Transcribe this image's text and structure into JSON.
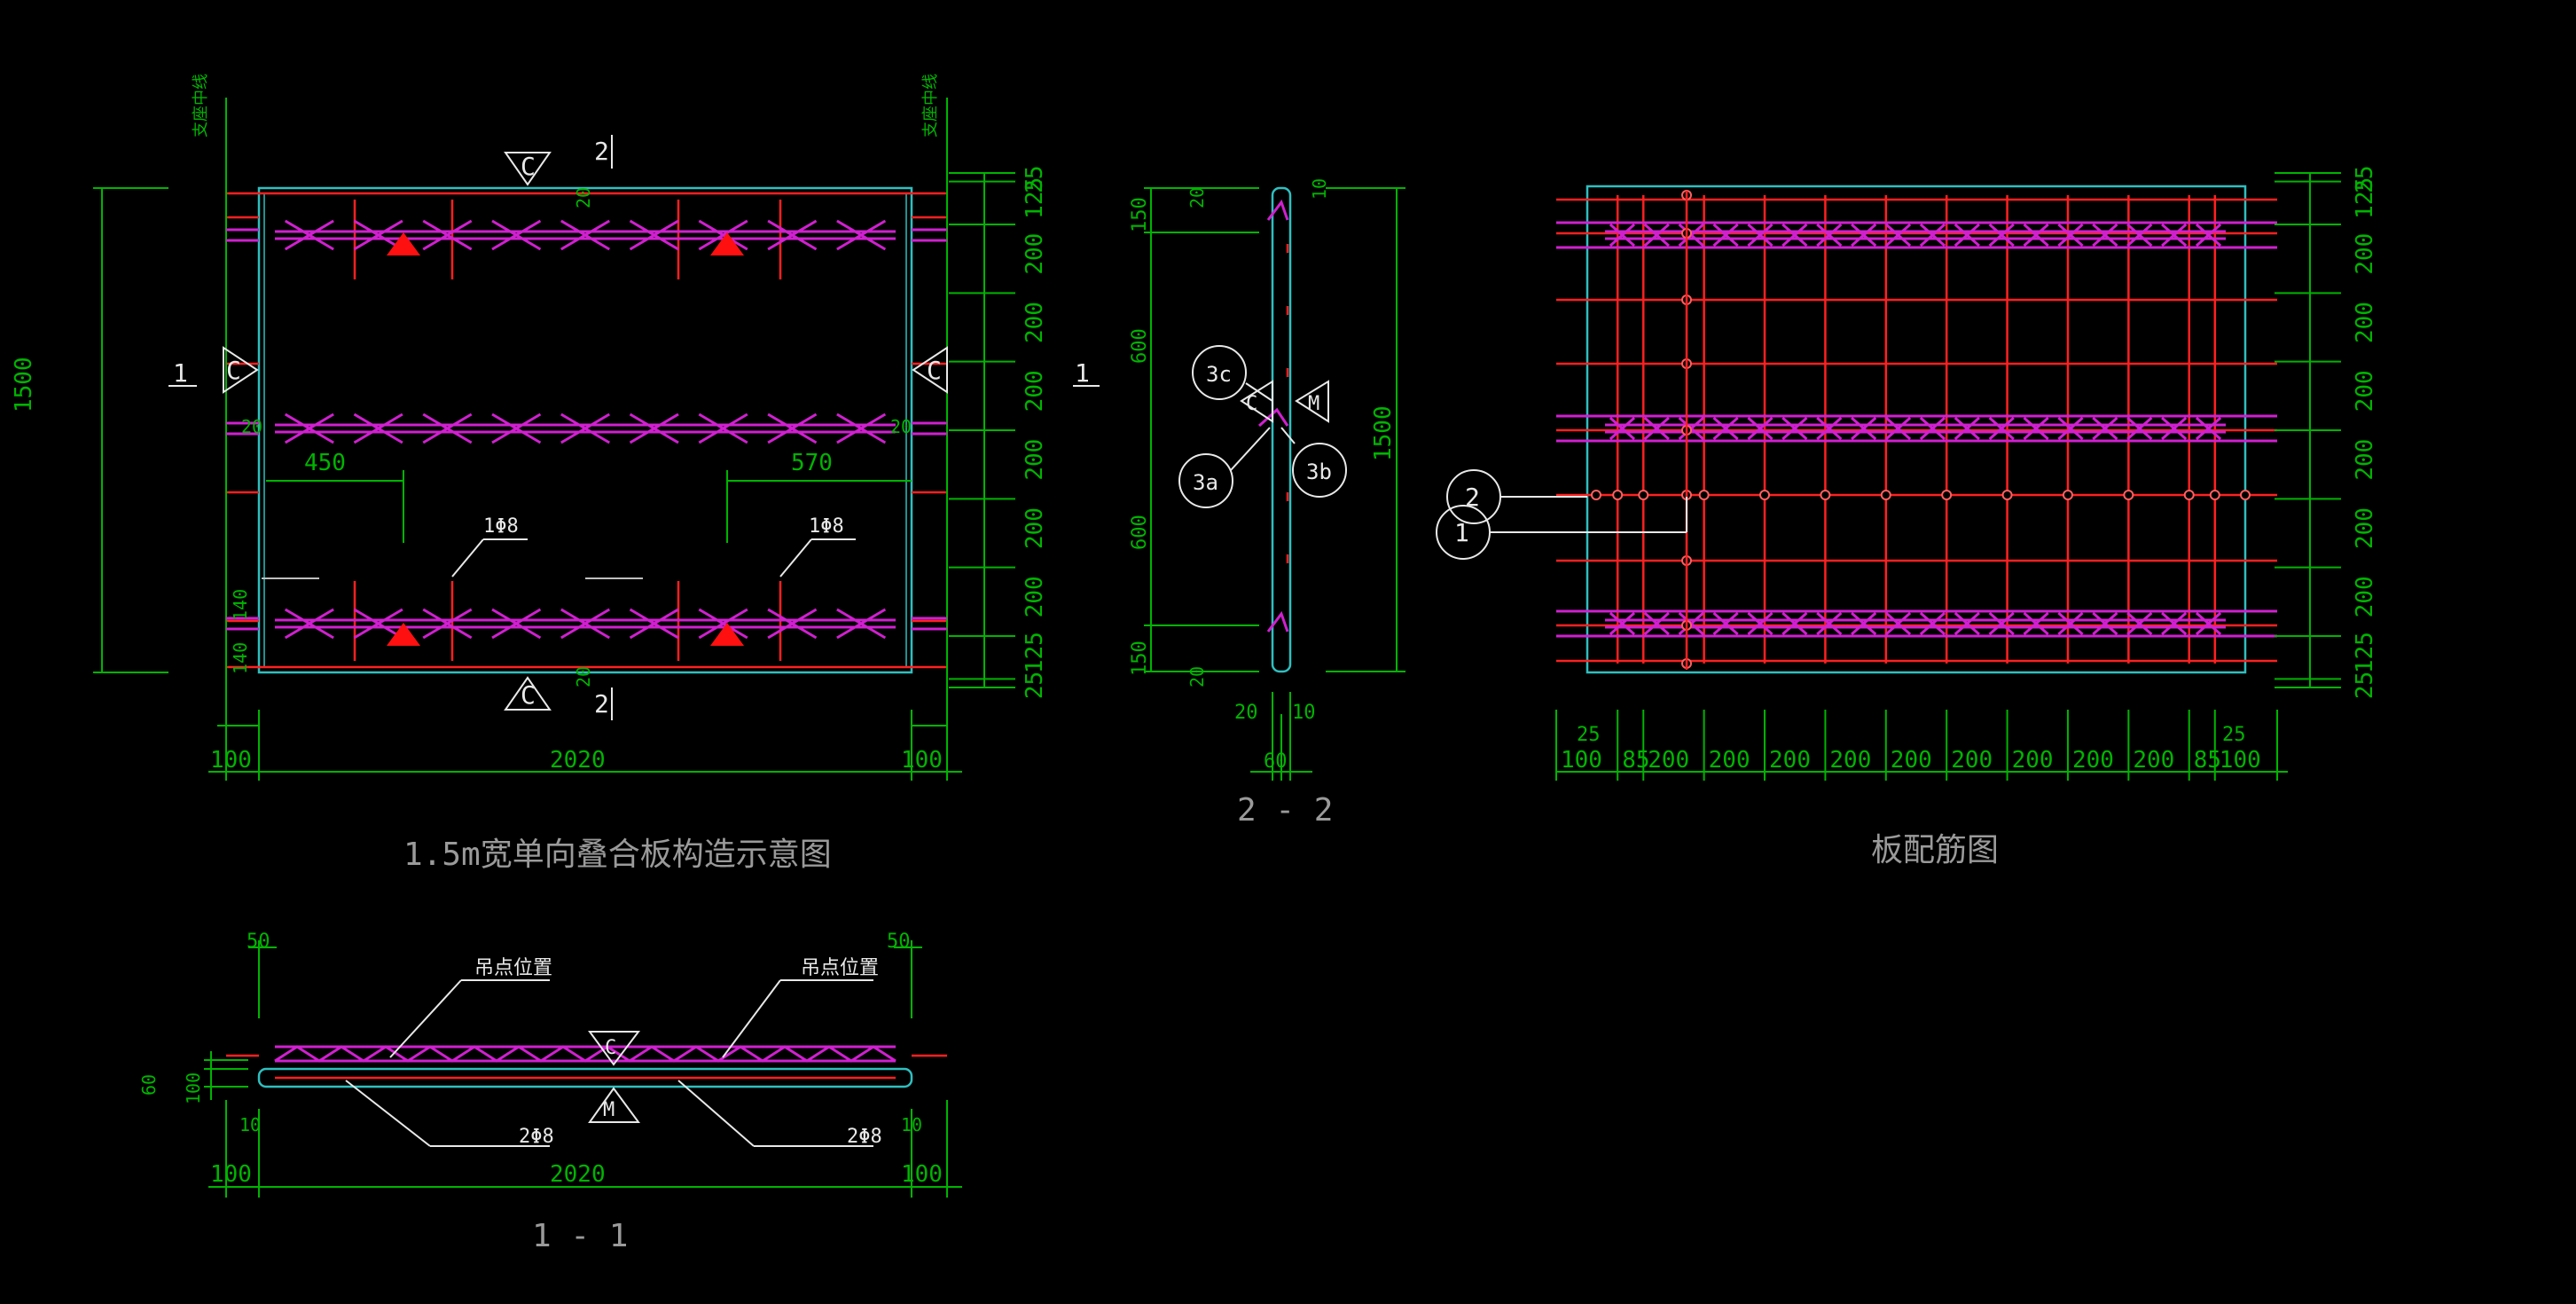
{
  "view1": {
    "title": "1.5m宽单向叠合板构造示意图",
    "support_line_left": "支座中线",
    "support_line_right": "支座中线",
    "section_1_mark": "1",
    "section_2_mark_top": "2",
    "section_2_mark_bottom": "2",
    "tri_label": "C",
    "height_dim": "1500",
    "bottom_dims": [
      "100",
      "2020",
      "100"
    ],
    "right_dims": [
      "25",
      "125",
      "200",
      "200",
      "200",
      "200",
      "200",
      "200",
      "125",
      "25"
    ],
    "left_small_dims": [
      "140",
      "140",
      "20",
      "20",
      "20",
      "20"
    ],
    "inner_dim_left": "450",
    "inner_dim_right": "570",
    "bar_label_left": "1Φ8",
    "bar_label_right": "1Φ8"
  },
  "view22": {
    "title": "2 - 2",
    "left_dims": [
      "150",
      "600",
      "600",
      "150"
    ],
    "right_dim": "1500",
    "top_labels": [
      "20",
      "10"
    ],
    "bottom_labels": [
      "20",
      "20",
      "10",
      "60"
    ],
    "circle_labels": [
      "3c",
      "3a",
      "3b"
    ],
    "tri_labels": [
      "C",
      "M"
    ],
    "section_mark": "1"
  },
  "view3": {
    "title": "板配筋图",
    "bottom_dims": [
      "100",
      "85",
      "200",
      "200",
      "200",
      "200",
      "200",
      "200",
      "200",
      "200",
      "200",
      "85",
      "100"
    ],
    "bottom_small": [
      "25",
      "25"
    ],
    "right_dims": [
      "25",
      "125",
      "200",
      "200",
      "200",
      "200",
      "200",
      "200",
      "125",
      "25"
    ],
    "bubbles": [
      "2",
      "1"
    ]
  },
  "view11": {
    "title": "1 - 1",
    "dims_bottom": [
      "100",
      "2020",
      "100"
    ],
    "top_dims": [
      "50",
      "50"
    ],
    "left_dims": [
      "60",
      "100",
      "10",
      "10"
    ],
    "lift_label_left": "吊点位置",
    "lift_label_right": "吊点位置",
    "bar_label_left": "2Φ8",
    "bar_label_right": "2Φ8",
    "tri_labels": [
      "C",
      "M"
    ]
  }
}
